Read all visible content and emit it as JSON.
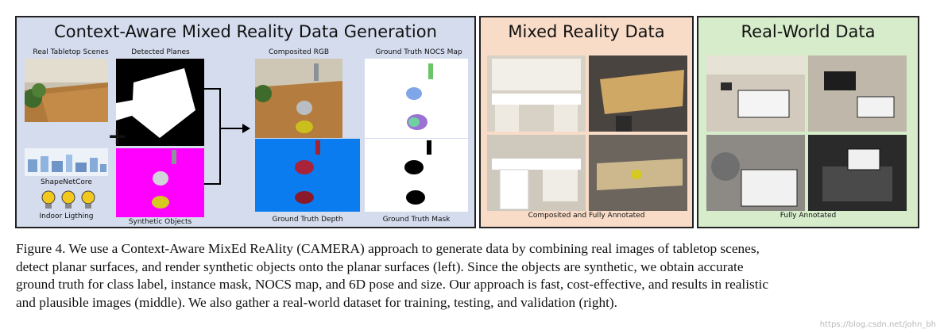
{
  "panels": {
    "generation": {
      "title": "Context-Aware Mixed Reality Data Generation",
      "labels": {
        "real_scenes": "Real Tabletop Scenes",
        "detected_planes": "Detected Planes",
        "composited_rgb": "Composited RGB",
        "nocs_map": "Ground Truth NOCS Map",
        "shapenetcore": "ShapeNetCore",
        "indoor_lighting": "Indoor Ligthing",
        "synthetic_objects": "Synthetic Objects",
        "gt_depth": "Ground Truth Depth",
        "gt_mask": "Ground Truth Mask"
      },
      "plus": "+"
    },
    "mixed_reality": {
      "title": "Mixed Reality Data",
      "footer": "Composited and Fully Annotated"
    },
    "real_world": {
      "title": "Real-World Data",
      "footer": "Fully Annotated"
    }
  },
  "caption": {
    "lines": [
      "Figure 4. We use a Context-Aware MixEd ReAlity (CAMERA) approach to generate data by combining real images of tabletop scenes,",
      "detect planar surfaces, and render synthetic objects onto the planar surfaces (left).  Since the objects are synthetic, we obtain accurate",
      "ground truth for class label, instance mask, NOCS map, and 6D pose and size. Our approach is fast, cost-effective, and results in realistic",
      "and plausible images (middle). We also gather a real-world dataset for training, testing, and validation (right)."
    ]
  },
  "watermark": "https://blog.csdn.net/john_bh",
  "colors": {
    "panel_left_bg": "#d5dcee",
    "panel_middle_bg": "#f8dcc8",
    "panel_right_bg": "#d6eccb",
    "synthetic_bg": "#ff00ff",
    "depth_bg": "#0a7cf0"
  }
}
